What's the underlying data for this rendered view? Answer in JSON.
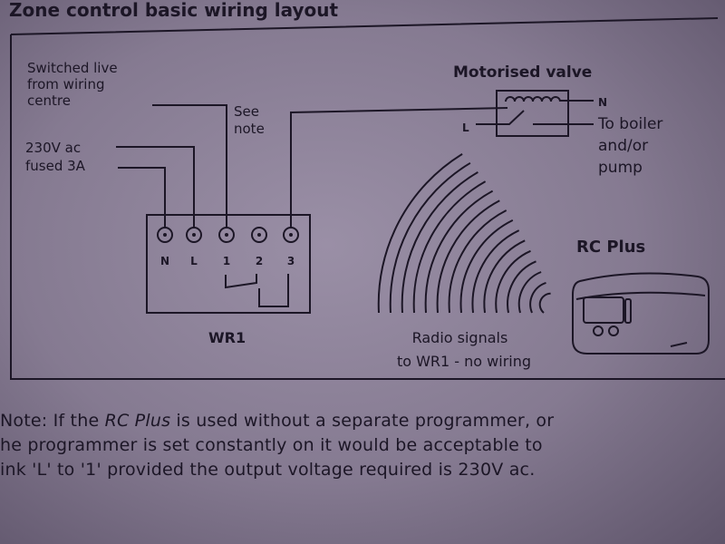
{
  "title": "Zone control basic wiring layout",
  "labels": {
    "switched_live": [
      "Switched live",
      "from wiring",
      "centre"
    ],
    "see_note": [
      "See",
      "note"
    ],
    "supply": [
      "230V ac",
      "fused 3A"
    ],
    "motorised_valve": "Motorised valve",
    "valve_n": "N",
    "valve_l": "L",
    "to_boiler": [
      "To boiler",
      "and/or",
      "pump"
    ],
    "terminals": [
      "N",
      "L",
      "1",
      "2",
      "3"
    ],
    "wr1": "WR1",
    "rc_plus": "RC Plus",
    "radio": [
      "Radio signals",
      "to WR1 - no wiring"
    ]
  },
  "note": {
    "line1_prefix": "Note: If the ",
    "line1_em": "RC Plus",
    "line1_suffix": " is used without a separate programmer, or",
    "line2": "he programmer is set constantly on it would be acceptable to",
    "line3": "ink 'L' to '1' provided the output voltage required is 230V ac."
  }
}
